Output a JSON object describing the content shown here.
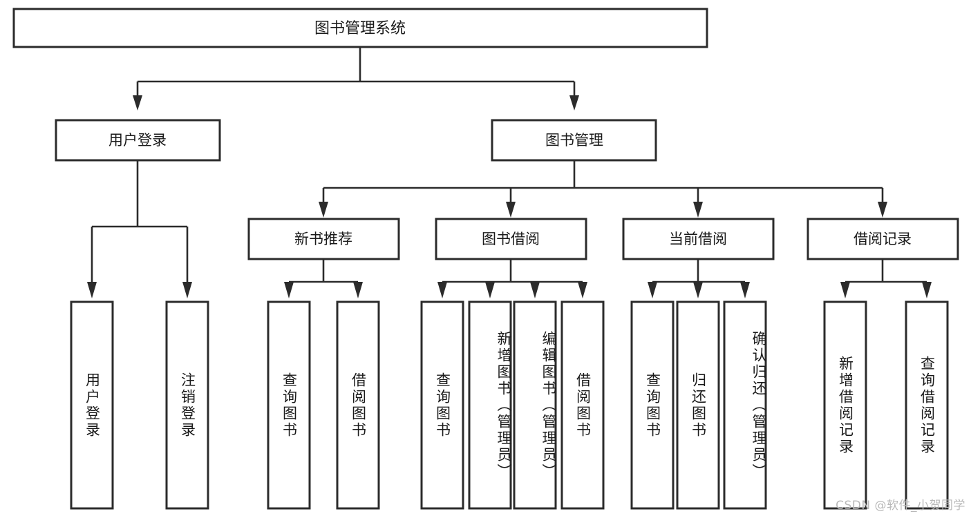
{
  "diagram": {
    "kind": "tree-hierarchy-chart",
    "title": "图书管理系统",
    "watermark": "CSDN @软件_小贺同学",
    "stroke_color": "#2b2b2b",
    "fill_color": "#ffffff",
    "text_color": "#1a1a1a",
    "watermark_color": "#b9b9b9"
  },
  "nodes": {
    "root": {
      "label": "图书管理系统",
      "level": 0,
      "orientation": "horizontal"
    },
    "l1": [
      {
        "id": "user-login",
        "label": "用户登录",
        "level": 1,
        "orientation": "horizontal"
      },
      {
        "id": "book-manage",
        "label": "图书管理",
        "level": 1,
        "orientation": "horizontal"
      }
    ],
    "l2": [
      {
        "id": "new-book-recommend",
        "label": "新书推荐",
        "level": 2,
        "orientation": "horizontal",
        "parent": "book-manage"
      },
      {
        "id": "book-borrow",
        "label": "图书借阅",
        "level": 2,
        "orientation": "horizontal",
        "parent": "book-manage"
      },
      {
        "id": "current-borrow",
        "label": "当前借阅",
        "level": 2,
        "orientation": "horizontal",
        "parent": "book-manage"
      },
      {
        "id": "borrow-record",
        "label": "借阅记录",
        "level": 2,
        "orientation": "horizontal",
        "parent": "book-manage"
      }
    ],
    "leaves": [
      {
        "id": "leaf-user-login",
        "label": "用户登录",
        "parent": "user-login",
        "orientation": "vertical"
      },
      {
        "id": "leaf-logout",
        "label": "注销登录",
        "parent": "user-login",
        "orientation": "vertical"
      },
      {
        "id": "leaf-query-book-1",
        "label": "查询图书",
        "parent": "new-book-recommend",
        "orientation": "vertical"
      },
      {
        "id": "leaf-borrow-book-1",
        "label": "借阅图书",
        "parent": "new-book-recommend",
        "orientation": "vertical"
      },
      {
        "id": "leaf-query-book-2",
        "label": "查询图书",
        "parent": "book-borrow",
        "orientation": "vertical"
      },
      {
        "id": "leaf-add-book",
        "label": "新增图书（管理员）",
        "parent": "book-borrow",
        "orientation": "vertical"
      },
      {
        "id": "leaf-edit-book",
        "label": "编辑图书（管理员）",
        "parent": "book-borrow",
        "orientation": "vertical"
      },
      {
        "id": "leaf-borrow-book-2",
        "label": "借阅图书",
        "parent": "book-borrow",
        "orientation": "vertical"
      },
      {
        "id": "leaf-query-book-3",
        "label": "查询图书",
        "parent": "current-borrow",
        "orientation": "vertical"
      },
      {
        "id": "leaf-return-book",
        "label": "归还图书",
        "parent": "current-borrow",
        "orientation": "vertical"
      },
      {
        "id": "leaf-confirm-return",
        "label": "确认归还（管理员）",
        "parent": "current-borrow",
        "orientation": "vertical"
      },
      {
        "id": "leaf-add-record",
        "label": "新增借阅记录",
        "parent": "borrow-record",
        "orientation": "vertical"
      },
      {
        "id": "leaf-query-record",
        "label": "查询借阅记录",
        "parent": "borrow-record",
        "orientation": "vertical"
      }
    ]
  }
}
